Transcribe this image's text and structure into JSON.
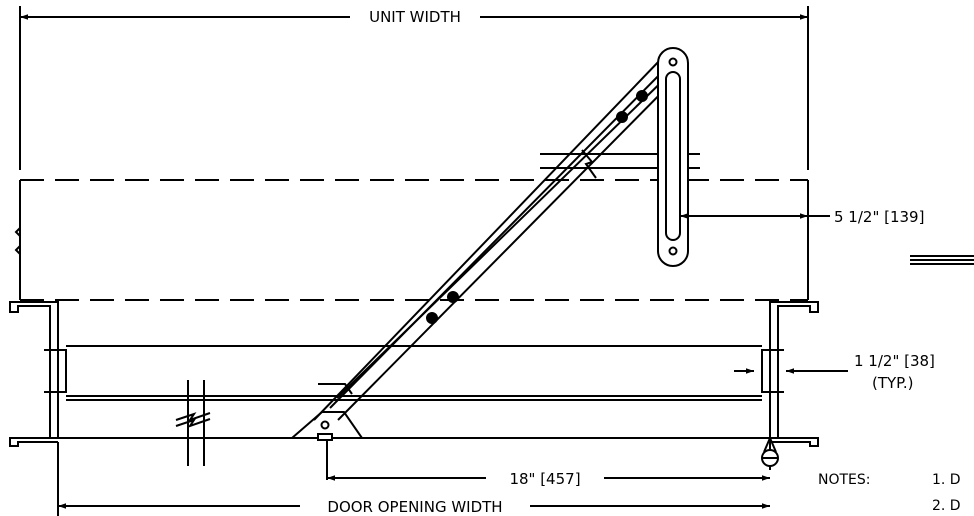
{
  "dimensions": {
    "unit_width": "UNIT WIDTH",
    "door_opening_width": "DOOR OPENING WIDTH",
    "offset_18": "18\" [457]",
    "offset_5_5": "5 1/2\" [139]",
    "offset_1_5": "1 1/2\" [38]",
    "typ": "(TYP.)"
  },
  "notes": {
    "heading": "NOTES:",
    "items": [
      "1. D",
      "2. D"
    ]
  }
}
